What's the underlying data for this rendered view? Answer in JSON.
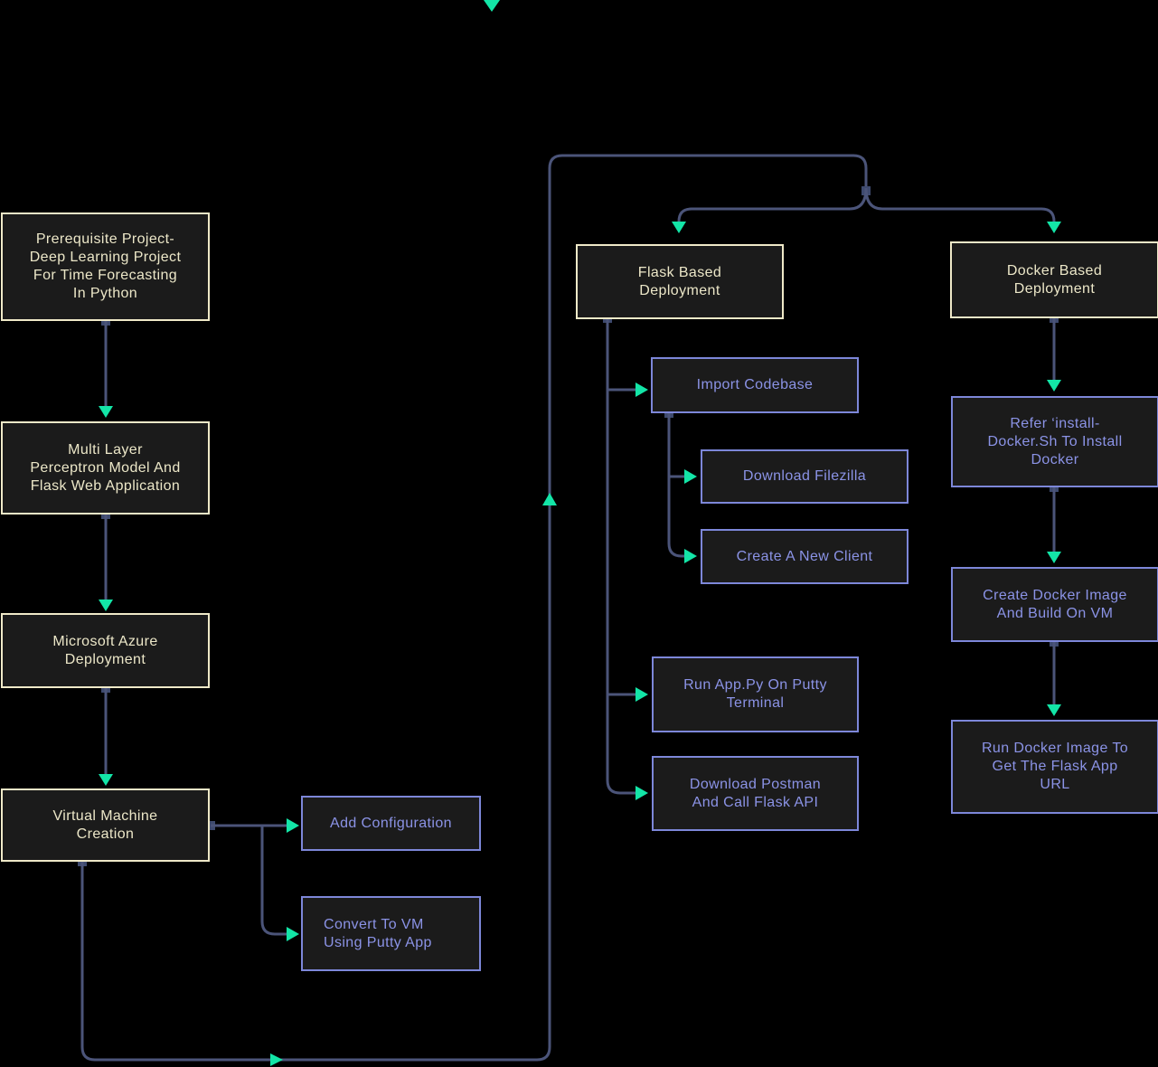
{
  "colors": {
    "background": "#000000",
    "connector": "#4b5479",
    "arrow": "#13e5a7",
    "port": "#3e4a6e",
    "node_border_cream": "#efe9c8",
    "node_text_cream": "#ece7c8",
    "node_border_purple": "#7d87d9",
    "node_text_purple": "#8b93e6",
    "node_fill": "#1b1b1b"
  },
  "nodes": {
    "prerequisite": {
      "label": "Prerequisite Project-\nDeep Learning Project\nFor Time Forecasting\nIn Python"
    },
    "mlp": {
      "label": "Multi Layer\nPerceptron Model And\nFlask Web Application"
    },
    "azure": {
      "label": "Microsoft Azure\nDeployment"
    },
    "vm": {
      "label": "Virtual Machine\nCreation"
    },
    "add_config": {
      "label": "Add Configuration"
    },
    "convert_vm": {
      "label": "Convert To VM\nUsing Putty App"
    },
    "flask_deploy": {
      "label": "Flask Based\nDeployment"
    },
    "docker_deploy": {
      "label": "Docker Based\nDeployment"
    },
    "import_codebase": {
      "label": "Import Codebase"
    },
    "download_filezilla": {
      "label": "Download Filezilla"
    },
    "create_client": {
      "label": "Create A New Client"
    },
    "run_app": {
      "label": "Run App.Py On Putty\nTerminal"
    },
    "download_postman": {
      "label": "Download Postman\nAnd Call Flask API"
    },
    "refer_install": {
      "label": "Refer ‘install-\nDocker.Sh To Install\nDocker"
    },
    "create_image": {
      "label": "Create Docker Image\nAnd Build On VM"
    },
    "run_image": {
      "label": "Run Docker Image To\nGet The Flask App\nURL"
    }
  }
}
